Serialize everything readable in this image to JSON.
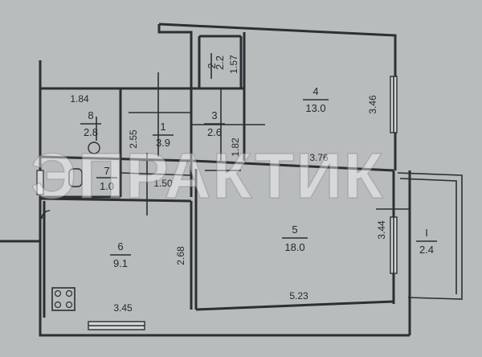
{
  "watermark": "ЭПРАКТИК",
  "rooms": [
    {
      "id": "room-1",
      "number": "1",
      "area": "3.9"
    },
    {
      "id": "room-2",
      "number": "2",
      "area": "2.2"
    },
    {
      "id": "room-3",
      "number": "3",
      "area": "2.6"
    },
    {
      "id": "room-4",
      "number": "4",
      "area": "13.0"
    },
    {
      "id": "room-5",
      "number": "5",
      "area": "18.0"
    },
    {
      "id": "room-6",
      "number": "6",
      "area": "9.1"
    },
    {
      "id": "room-7",
      "number": "7",
      "area": "1.0"
    },
    {
      "id": "room-8",
      "number": "8",
      "area": "2.8"
    },
    {
      "id": "room-balcony",
      "number": "I",
      "area": "2.4"
    }
  ],
  "dimensions": {
    "d_1_84": "1.84",
    "d_2_55": "2.55",
    "d_1_57": "1.57",
    "d_1_82": "1.82",
    "d_3_46": "3.46",
    "d_3_76": "3.76",
    "d_1_50": "1.50",
    "d_2_68": "2.68",
    "d_3_44": "3.44",
    "d_3_45": "3.45",
    "d_5_23": "5.23"
  }
}
